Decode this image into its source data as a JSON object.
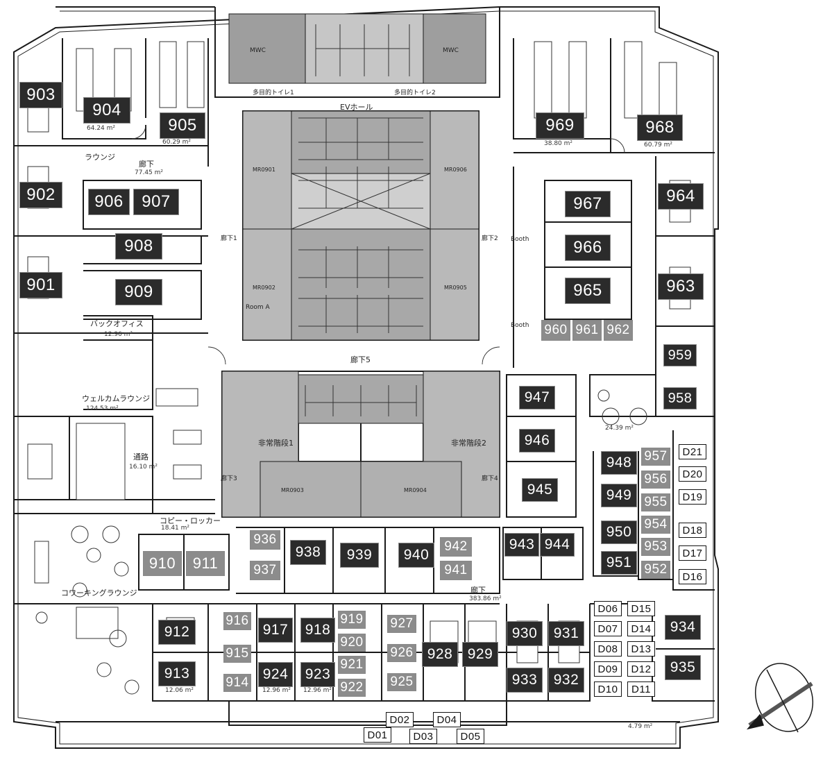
{
  "rooms_dark": [
    {
      "id": "903"
    },
    {
      "id": "904"
    },
    {
      "id": "905"
    },
    {
      "id": "902"
    },
    {
      "id": "906"
    },
    {
      "id": "907"
    },
    {
      "id": "908"
    },
    {
      "id": "901"
    },
    {
      "id": "909"
    },
    {
      "id": "969"
    },
    {
      "id": "968"
    },
    {
      "id": "964"
    },
    {
      "id": "967"
    },
    {
      "id": "966"
    },
    {
      "id": "965"
    },
    {
      "id": "963"
    },
    {
      "id": "959"
    },
    {
      "id": "958"
    },
    {
      "id": "947"
    },
    {
      "id": "946"
    },
    {
      "id": "948"
    },
    {
      "id": "949"
    },
    {
      "id": "945"
    },
    {
      "id": "950"
    },
    {
      "id": "951"
    },
    {
      "id": "943"
    },
    {
      "id": "944"
    },
    {
      "id": "938"
    },
    {
      "id": "939"
    },
    {
      "id": "940"
    },
    {
      "id": "912"
    },
    {
      "id": "913"
    },
    {
      "id": "917"
    },
    {
      "id": "918"
    },
    {
      "id": "924"
    },
    {
      "id": "923"
    },
    {
      "id": "928"
    },
    {
      "id": "929"
    },
    {
      "id": "930"
    },
    {
      "id": "931"
    },
    {
      "id": "933"
    },
    {
      "id": "932"
    },
    {
      "id": "934"
    },
    {
      "id": "935"
    }
  ],
  "rooms_grey": [
    {
      "id": "960"
    },
    {
      "id": "961"
    },
    {
      "id": "962"
    },
    {
      "id": "957"
    },
    {
      "id": "956"
    },
    {
      "id": "955"
    },
    {
      "id": "954"
    },
    {
      "id": "953"
    },
    {
      "id": "952"
    },
    {
      "id": "936"
    },
    {
      "id": "937"
    },
    {
      "id": "942"
    },
    {
      "id": "941"
    },
    {
      "id": "910"
    },
    {
      "id": "911"
    },
    {
      "id": "916"
    },
    {
      "id": "915"
    },
    {
      "id": "914"
    },
    {
      "id": "919"
    },
    {
      "id": "920"
    },
    {
      "id": "921"
    },
    {
      "id": "922"
    },
    {
      "id": "927"
    },
    {
      "id": "926"
    },
    {
      "id": "925"
    }
  ],
  "desks": [
    {
      "id": "D21"
    },
    {
      "id": "D20"
    },
    {
      "id": "D19"
    },
    {
      "id": "D18"
    },
    {
      "id": "D17"
    },
    {
      "id": "D16"
    },
    {
      "id": "D06"
    },
    {
      "id": "D15"
    },
    {
      "id": "D07"
    },
    {
      "id": "D14"
    },
    {
      "id": "D08"
    },
    {
      "id": "D13"
    },
    {
      "id": "D09"
    },
    {
      "id": "D12"
    },
    {
      "id": "D10"
    },
    {
      "id": "D11"
    },
    {
      "id": "D01"
    },
    {
      "id": "D02"
    },
    {
      "id": "D03"
    },
    {
      "id": "D04"
    },
    {
      "id": "D05"
    }
  ],
  "labels_jp": [
    {
      "text": "ラウンジ"
    },
    {
      "text": "廊下"
    },
    {
      "text": "バックオフィス"
    },
    {
      "text": "ウェルカムラウンジ"
    },
    {
      "text": "通路"
    },
    {
      "text": "コピー・ロッカー"
    },
    {
      "text": "コワーキングラウンジ"
    },
    {
      "text": "廊下"
    },
    {
      "text": "廊下5"
    },
    {
      "text": "EVホール"
    },
    {
      "text": "多目的トイレ1"
    },
    {
      "text": "多目的トイレ2"
    },
    {
      "text": "MR0901"
    },
    {
      "text": "MR0902"
    },
    {
      "text": "MR0903"
    },
    {
      "text": "MR0904"
    },
    {
      "text": "MR0905"
    },
    {
      "text": "MR0906"
    },
    {
      "text": "Room A"
    },
    {
      "text": "Booth"
    },
    {
      "text": "Booth"
    },
    {
      "text": "非常階段1"
    },
    {
      "text": "非常階段2"
    },
    {
      "text": "廊下1"
    },
    {
      "text": "廊下2"
    },
    {
      "text": "廊下3"
    },
    {
      "text": "廊下4"
    },
    {
      "text": "MWC"
    },
    {
      "text": "MWC"
    }
  ],
  "areas": [
    {
      "text": "64.24 m²"
    },
    {
      "text": "60.29 m²"
    },
    {
      "text": "77.45 m²"
    },
    {
      "text": "38.80 m²"
    },
    {
      "text": "60.79 m²"
    },
    {
      "text": "12.96 m²"
    },
    {
      "text": "124.53 m²"
    },
    {
      "text": "16.10 m²"
    },
    {
      "text": "18.41 m²"
    },
    {
      "text": "24.39 m²"
    },
    {
      "text": "383.86 m²"
    },
    {
      "text": "4.79 m²"
    },
    {
      "text": "12.96 m²"
    },
    {
      "text": "12.96 m²"
    },
    {
      "text": "12.06 m²"
    }
  ],
  "colors": {
    "dark_label": "#2b2b2b",
    "grey_label": "#8c8c8c",
    "core": "#b9b9b9",
    "line": "#1a1a1a"
  }
}
